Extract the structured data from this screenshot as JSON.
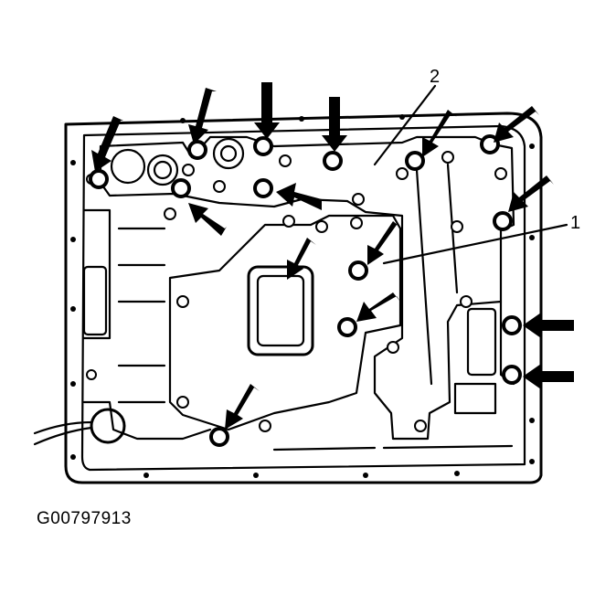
{
  "callouts": {
    "c1": "1",
    "c2": "2"
  },
  "figure_id": "G00797913"
}
